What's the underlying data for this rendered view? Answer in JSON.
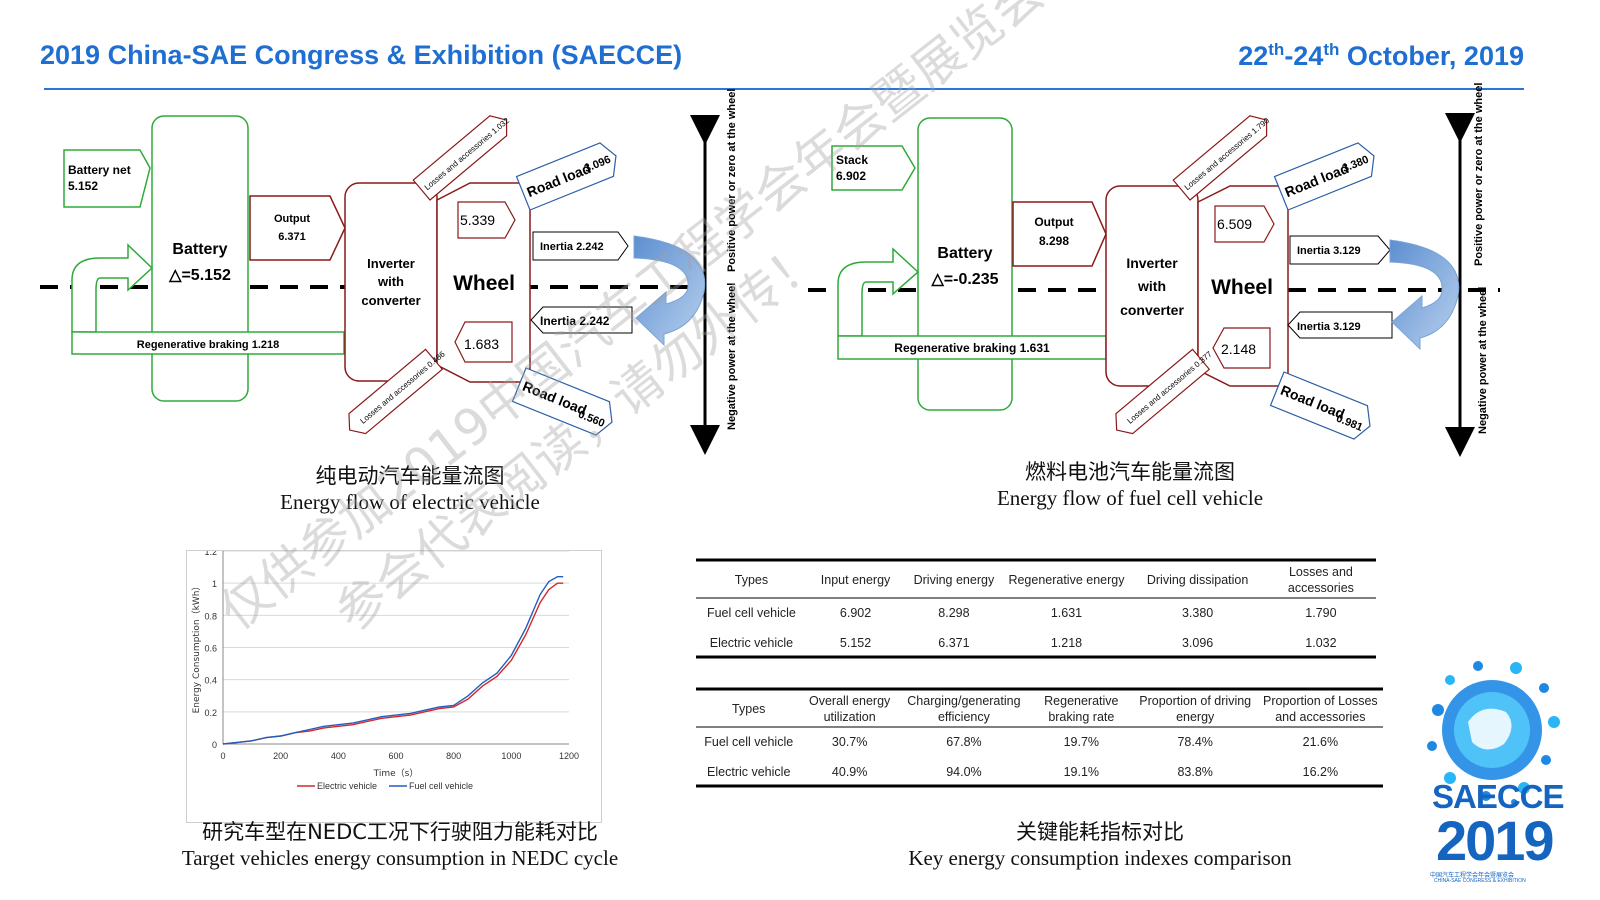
{
  "header": {
    "title": "2019 China-SAE Congress & Exhibition (SAECCE)",
    "date_a": "22",
    "date_sup1": "th",
    "date_b": "-24",
    "date_sup2": "th",
    "date_c": " October, 2019"
  },
  "ev_diagram": {
    "battery_net_label": "Battery net",
    "battery_net_value": "5.152",
    "battery_label": "Battery",
    "battery_delta": "△=5.152",
    "output_label": "Output",
    "output_value": "6.371",
    "inverter_l1": "Inverter",
    "inverter_l2": "with",
    "inverter_l3": "converter",
    "wheel_label": "Wheel",
    "wheel_pos": "5.339",
    "wheel_neg": "1.683",
    "losses_top": "Losses and accessories 1.032",
    "losses_bottom": "Losses and accessories 0.486",
    "road_load_top_label": "Road load",
    "road_load_top_value": "3.096",
    "road_load_bottom_label": "Road load",
    "road_load_bottom_value": "0.560",
    "inertia_top": "Inertia 2.242",
    "inertia_bottom": "Inertia 2.242",
    "regen": "Regenerative braking 1.218",
    "pos_axis": "Positive power or zero at the wheel",
    "neg_axis": "Negative power at the wheel"
  },
  "fcv_diagram": {
    "stack_label": "Stack",
    "stack_value": "6.902",
    "battery_label": "Battery",
    "battery_delta": "△=-0.235",
    "output_label": "Output",
    "output_value": "8.298",
    "inverter_l1": "Inverter",
    "inverter_l2": "with",
    "inverter_l3": "converter",
    "wheel_label": "Wheel",
    "wheel_pos": "6.509",
    "wheel_neg": "2.148",
    "losses_top": "Losses and accessories 1.790",
    "losses_bottom": "Losses and accessories 0.377",
    "road_load_top_label": "Road load",
    "road_load_top_value": "3.380",
    "road_load_bottom_label": "Road load",
    "road_load_bottom_value": "0.981",
    "inertia_top": "Inertia 3.129",
    "inertia_bottom": "Inertia 3.129",
    "regen": "Regenerative braking 1.631",
    "pos_axis": "Positive power or zero at the wheel",
    "neg_axis": "Negative power at the wheel"
  },
  "captions": {
    "ev_zh": "纯电动汽车能量流图",
    "ev_en": "Energy flow of electric vehicle",
    "fcv_zh": "燃料电池汽车能量流图",
    "fcv_en": "Energy flow of fuel cell vehicle",
    "chart_zh": "研究车型在NEDC工况下行驶阻力能耗对比",
    "chart_en": "Target vehicles energy consumption in NEDC cycle",
    "table_zh": "关键能耗指标对比",
    "table_en": "Key energy consumption indexes comparison"
  },
  "chart_data": {
    "type": "line",
    "title": "",
    "xlabel": "Time（s）",
    "ylabel": "Energy Consumption（kWh）",
    "xlim": [
      0,
      1200
    ],
    "ylim": [
      0,
      1.2
    ],
    "x_ticks": [
      "0",
      "200",
      "400",
      "600",
      "800",
      "1000",
      "1200"
    ],
    "y_ticks": [
      "0",
      "0.2",
      "0.4",
      "0.6",
      "0.8",
      "1",
      "1.2"
    ],
    "grid": true,
    "legend": "bottom",
    "series": [
      {
        "name": "Electric vehicle",
        "color": "#d62728",
        "x": [
          0,
          50,
          100,
          150,
          200,
          250,
          300,
          350,
          400,
          450,
          500,
          550,
          600,
          650,
          700,
          750,
          800,
          850,
          900,
          950,
          1000,
          1050,
          1100,
          1130,
          1160,
          1180
        ],
        "y": [
          0,
          0.01,
          0.02,
          0.04,
          0.05,
          0.07,
          0.08,
          0.1,
          0.11,
          0.12,
          0.14,
          0.16,
          0.17,
          0.18,
          0.2,
          0.22,
          0.23,
          0.28,
          0.36,
          0.42,
          0.52,
          0.68,
          0.88,
          0.96,
          1.0,
          1.0
        ]
      },
      {
        "name": "Fuel cell vehicle",
        "color": "#1f5fbf",
        "x": [
          0,
          50,
          100,
          150,
          200,
          250,
          300,
          350,
          400,
          450,
          500,
          550,
          600,
          650,
          700,
          750,
          800,
          850,
          900,
          950,
          1000,
          1050,
          1100,
          1130,
          1160,
          1180
        ],
        "y": [
          0,
          0.01,
          0.02,
          0.04,
          0.05,
          0.07,
          0.09,
          0.11,
          0.12,
          0.13,
          0.15,
          0.17,
          0.18,
          0.19,
          0.21,
          0.23,
          0.24,
          0.3,
          0.38,
          0.44,
          0.55,
          0.72,
          0.93,
          1.01,
          1.04,
          1.04
        ]
      }
    ]
  },
  "table1": {
    "headers": [
      "Types",
      "Input energy",
      "Driving energy",
      "Regenerative energy",
      "Driving dissipation",
      "Losses and accessories"
    ],
    "rows": [
      [
        "Fuel cell vehicle",
        "6.902",
        "8.298",
        "1.631",
        "3.380",
        "1.790"
      ],
      [
        "Electric vehicle",
        "5.152",
        "6.371",
        "1.218",
        "3.096",
        "1.032"
      ]
    ]
  },
  "table2": {
    "headers": [
      "Types",
      "Overall energy utilization",
      "Charging/generating efficiency",
      "Regenerative braking rate",
      "Proportion of driving energy",
      "Proportion of Losses and accessories"
    ],
    "rows": [
      [
        "Fuel cell vehicle",
        "30.7%",
        "67.8%",
        "19.7%",
        "78.4%",
        "21.6%"
      ],
      [
        "Electric vehicle",
        "40.9%",
        "94.0%",
        "19.1%",
        "83.8%",
        "16.2%"
      ]
    ]
  },
  "logo": {
    "line1": "SAECCE",
    "line2": "2019",
    "line3": "中国汽车工程学会年会暨展览会",
    "line4": "CHINA-SAE CONGRESS & EXHIBITION"
  },
  "watermark": {
    "line1": "仅供参加2019中国汽车工程学会年会暨展览会的",
    "line2": "参会代表阅读，请勿外传！"
  }
}
